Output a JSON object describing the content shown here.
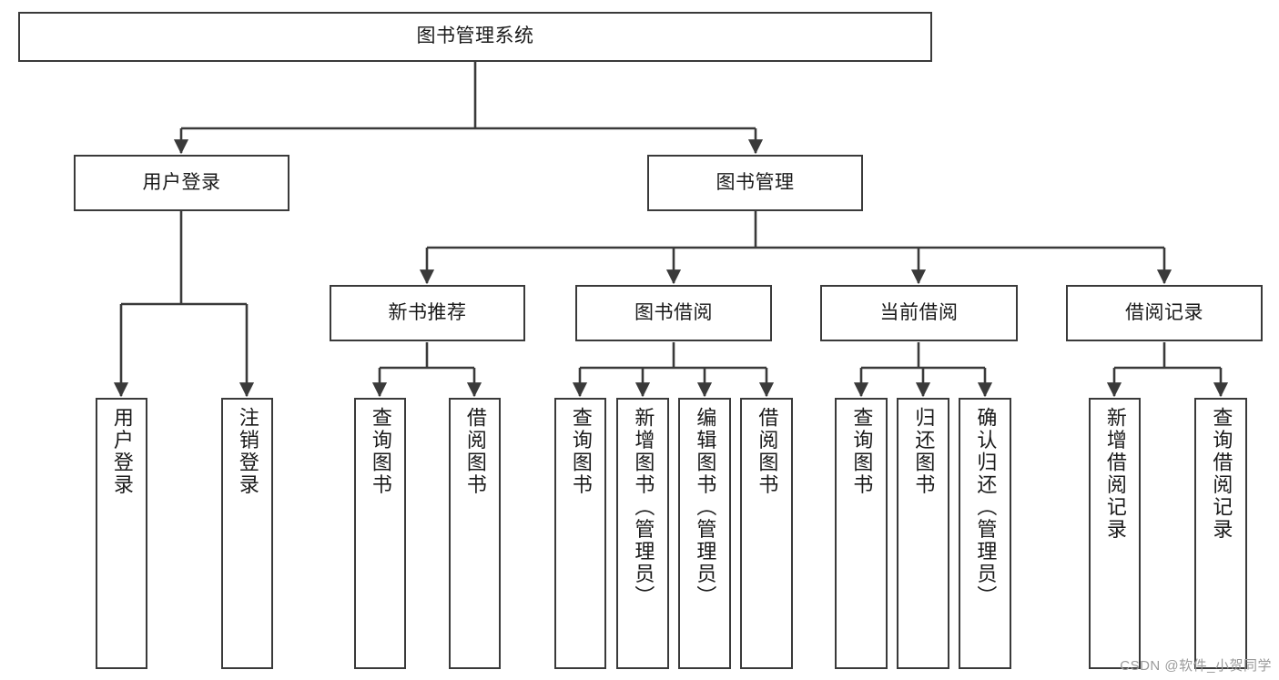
{
  "diagram": {
    "title": "图书管理系统",
    "type": "tree-hierarchy-chart",
    "colors": {
      "box_border": "#3a3a3a",
      "box_fill": "#ffffff",
      "edge": "#3a3a3a",
      "text": "#1a1a1a",
      "watermark": "#9a9a9a",
      "background": "#ffffff"
    },
    "root": {
      "label": "图书管理系统"
    },
    "level2": [
      {
        "label": "用户登录"
      },
      {
        "label": "图书管理"
      }
    ],
    "level3": [
      {
        "label": "新书推荐"
      },
      {
        "label": "图书借阅"
      },
      {
        "label": "当前借阅"
      },
      {
        "label": "借阅记录"
      }
    ],
    "leaves": {
      "user_login": [
        {
          "label": "用户登录"
        },
        {
          "label": "注销登录"
        }
      ],
      "new_book": [
        {
          "label": "查询图书"
        },
        {
          "label": "借阅图书"
        }
      ],
      "book_borrow": [
        {
          "label": "查询图书"
        },
        {
          "label": "新增图书（管理员）"
        },
        {
          "label": "编辑图书（管理员）"
        },
        {
          "label": "借阅图书"
        }
      ],
      "current_borrow": [
        {
          "label": "查询图书"
        },
        {
          "label": "归还图书"
        },
        {
          "label": "确认归还（管理员）"
        }
      ],
      "borrow_record": [
        {
          "label": "新增借阅记录"
        },
        {
          "label": "查询借阅记录"
        }
      ]
    }
  },
  "watermark": {
    "text": "CSDN @软件_小贺同学"
  }
}
